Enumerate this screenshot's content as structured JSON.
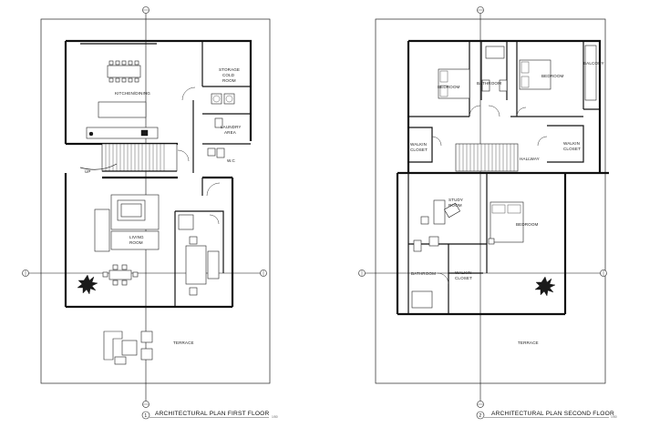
{
  "plans": [
    {
      "number": "1",
      "title": "ARCHITECTURAL PLAN FIRST FLOOR",
      "scale_note": "1/50",
      "rooms": {
        "kitchen": "KITCHEN/DINING",
        "storage_line1": "STORAGE",
        "storage_line2": "COLD",
        "storage_line3": "ROOM",
        "laundry_line1": "LAUNDRY",
        "laundry_line2": "AREA",
        "wc": "W.C",
        "up": "UP",
        "living_line1": "LIVING",
        "living_line2": "ROOM",
        "terrace": "TERRACE"
      }
    },
    {
      "number": "2",
      "title": "ARCHITECTURAL PLAN SECOND FLOOR",
      "scale_note": "1/50",
      "rooms": {
        "bedroom_left": "BEDROOM",
        "bedroom_right": "BEDROOM",
        "balcony": "BALCONY",
        "bathroom_top": "BATHROOM",
        "walkin_left_line1": "WALKIN",
        "walkin_left_line2": "CLOSET",
        "walkin_right_line1": "WALKIN",
        "walkin_right_line2": "CLOSET",
        "hall": "HALLWAY",
        "study_line1": "STUDY",
        "study_line2": "ROOM",
        "bedroom_master": "BEDROOM",
        "bathroom_bottom": "BATHROOM",
        "walkin_bottom_line1": "WALKIN",
        "walkin_bottom_line2": "CLOSET",
        "terrace": "TERRACE"
      }
    }
  ]
}
